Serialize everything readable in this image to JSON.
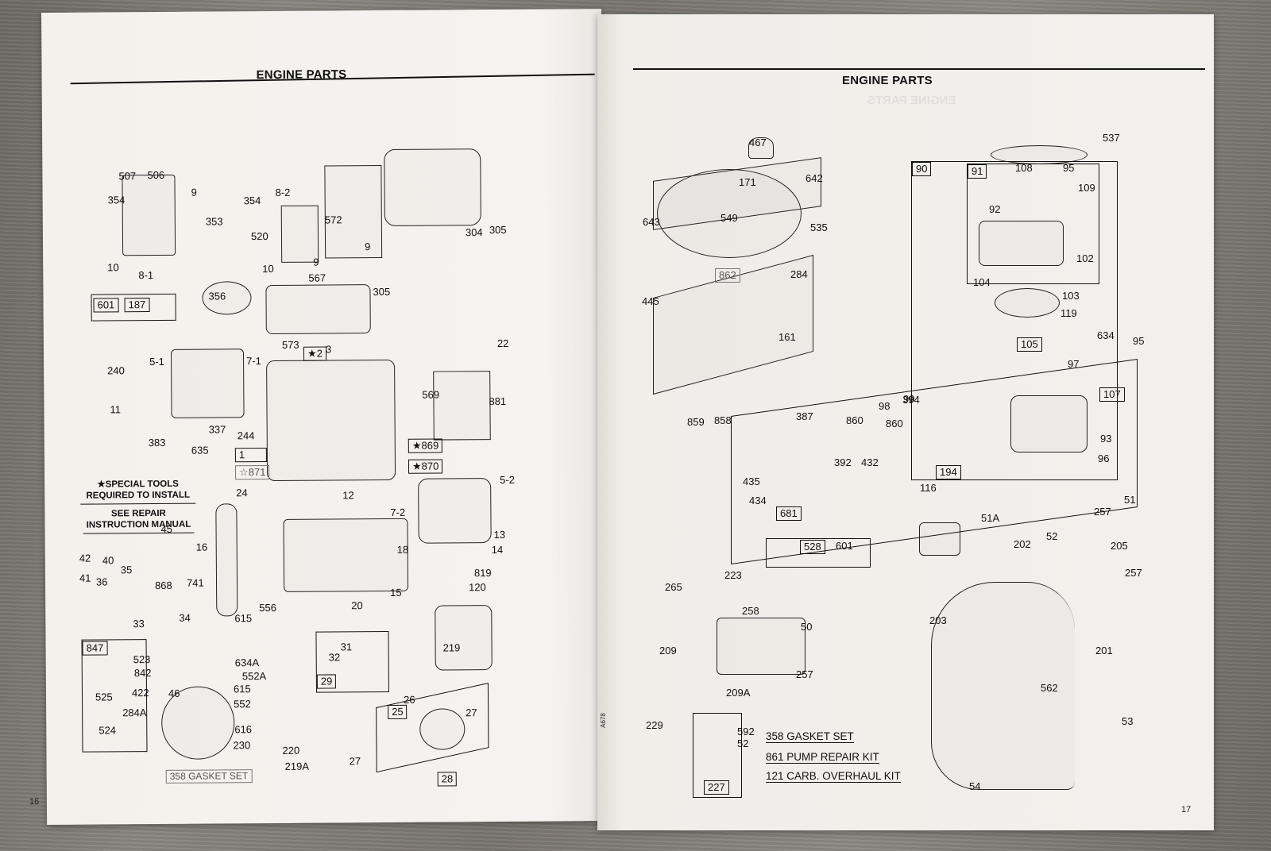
{
  "document": {
    "type": "Parts manual spread"
  },
  "left_page": {
    "title": "ENGINE PARTS",
    "page_number": "16",
    "note": {
      "special_tools": "★SPECIAL TOOLS REQUIRED TO INSTALL",
      "see_manual": "SEE REPAIR INSTRUCTION MANUAL"
    },
    "kits": [
      {
        "label": "358 GASKET SET"
      }
    ],
    "boxed_tags": [
      "601",
      "187",
      "★2",
      "1",
      "☆871",
      "★869",
      "★870",
      "847",
      "29",
      "25",
      "28"
    ],
    "labels": [
      "507",
      "506",
      "354",
      "353",
      "354",
      "520",
      "8-2",
      "572",
      "304",
      "305",
      "10",
      "8-1",
      "9",
      "9",
      "10",
      "9",
      "567",
      "305",
      "356",
      "573",
      "3",
      "22",
      "240",
      "5-1",
      "7-1",
      "569",
      "881",
      "11",
      "244",
      "337",
      "635",
      "383",
      "12",
      "5-2",
      "7-2",
      "24",
      "45",
      "16",
      "13",
      "14",
      "18",
      "42",
      "40",
      "35",
      "41",
      "36",
      "868",
      "741",
      "556",
      "15",
      "819",
      "120",
      "34",
      "33",
      "20",
      "615",
      "523",
      "842",
      "634A",
      "552A",
      "615",
      "552",
      "31",
      "32",
      "219",
      "525",
      "422",
      "46",
      "284A",
      "524",
      "616",
      "230",
      "26",
      "27",
      "220",
      "219A",
      "27"
    ]
  },
  "right_page": {
    "title": "ENGINE PARTS",
    "page_number": "17",
    "print_code": "A678",
    "kits": [
      {
        "label": "358 GASKET SET"
      },
      {
        "label": "861 PUMP REPAIR KIT"
      },
      {
        "label": "121 CARB. OVERHAUL KIT"
      }
    ],
    "boxed_tags": [
      "90",
      "91",
      "862",
      "105",
      "107",
      "194",
      "681",
      "528",
      "601",
      "227"
    ],
    "labels": [
      "467",
      "642",
      "171",
      "549",
      "643",
      "535",
      "284",
      "445",
      "161",
      "537",
      "108",
      "95",
      "109",
      "92",
      "102",
      "104",
      "103",
      "119",
      "634",
      "95",
      "97",
      "98",
      "99",
      "394",
      "859",
      "858",
      "387",
      "860",
      "860",
      "93",
      "96",
      "435",
      "392",
      "432",
      "116",
      "434",
      "51",
      "257",
      "51A",
      "202",
      "205",
      "52",
      "257",
      "265",
      "223",
      "258",
      "50",
      "203",
      "201",
      "209",
      "257",
      "562",
      "209A",
      "229",
      "592",
      "52",
      "53",
      "54"
    ]
  }
}
